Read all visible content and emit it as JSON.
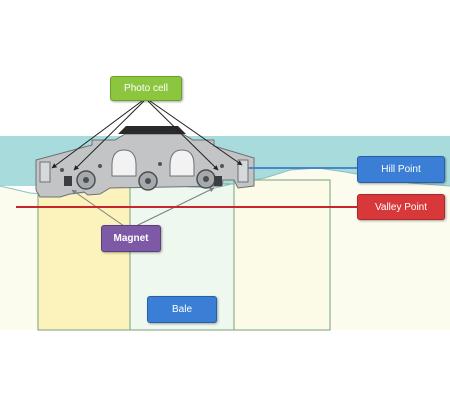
{
  "labels": {
    "photo_cell": "Photo cell",
    "hill_point": "Hill Point",
    "valley_point": "Valley Point",
    "magnet": "Magnet",
    "bale": "Bale"
  },
  "colors": {
    "sky": "#a8dcdc",
    "bale_left": "#fbf3bb",
    "bale_center": "#eef8ee",
    "bale_right": "#fbfbe8",
    "hill_line": "#4a86c8",
    "valley_line": "#c8262c",
    "chassis": "#c2c4c6",
    "photo_cell_box": "#8cc63f",
    "hill_box": "#3a7fd5",
    "valley_box": "#d9383a",
    "magnet_box": "#7e5aa6",
    "bale_box": "#3a7fd5"
  }
}
